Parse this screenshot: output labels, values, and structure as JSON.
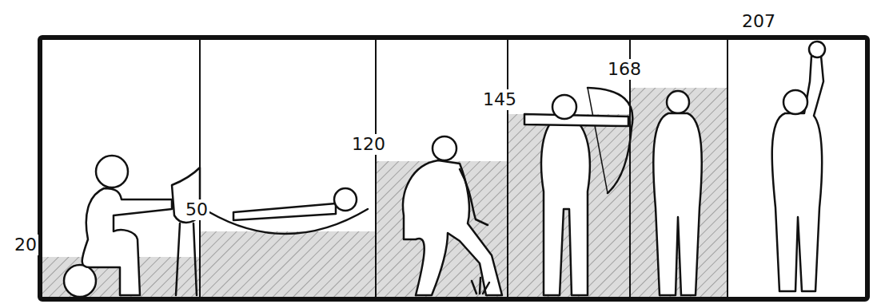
{
  "diagram": {
    "labels": [
      "20",
      "50",
      "120",
      "145",
      "168",
      "207"
    ]
  }
}
